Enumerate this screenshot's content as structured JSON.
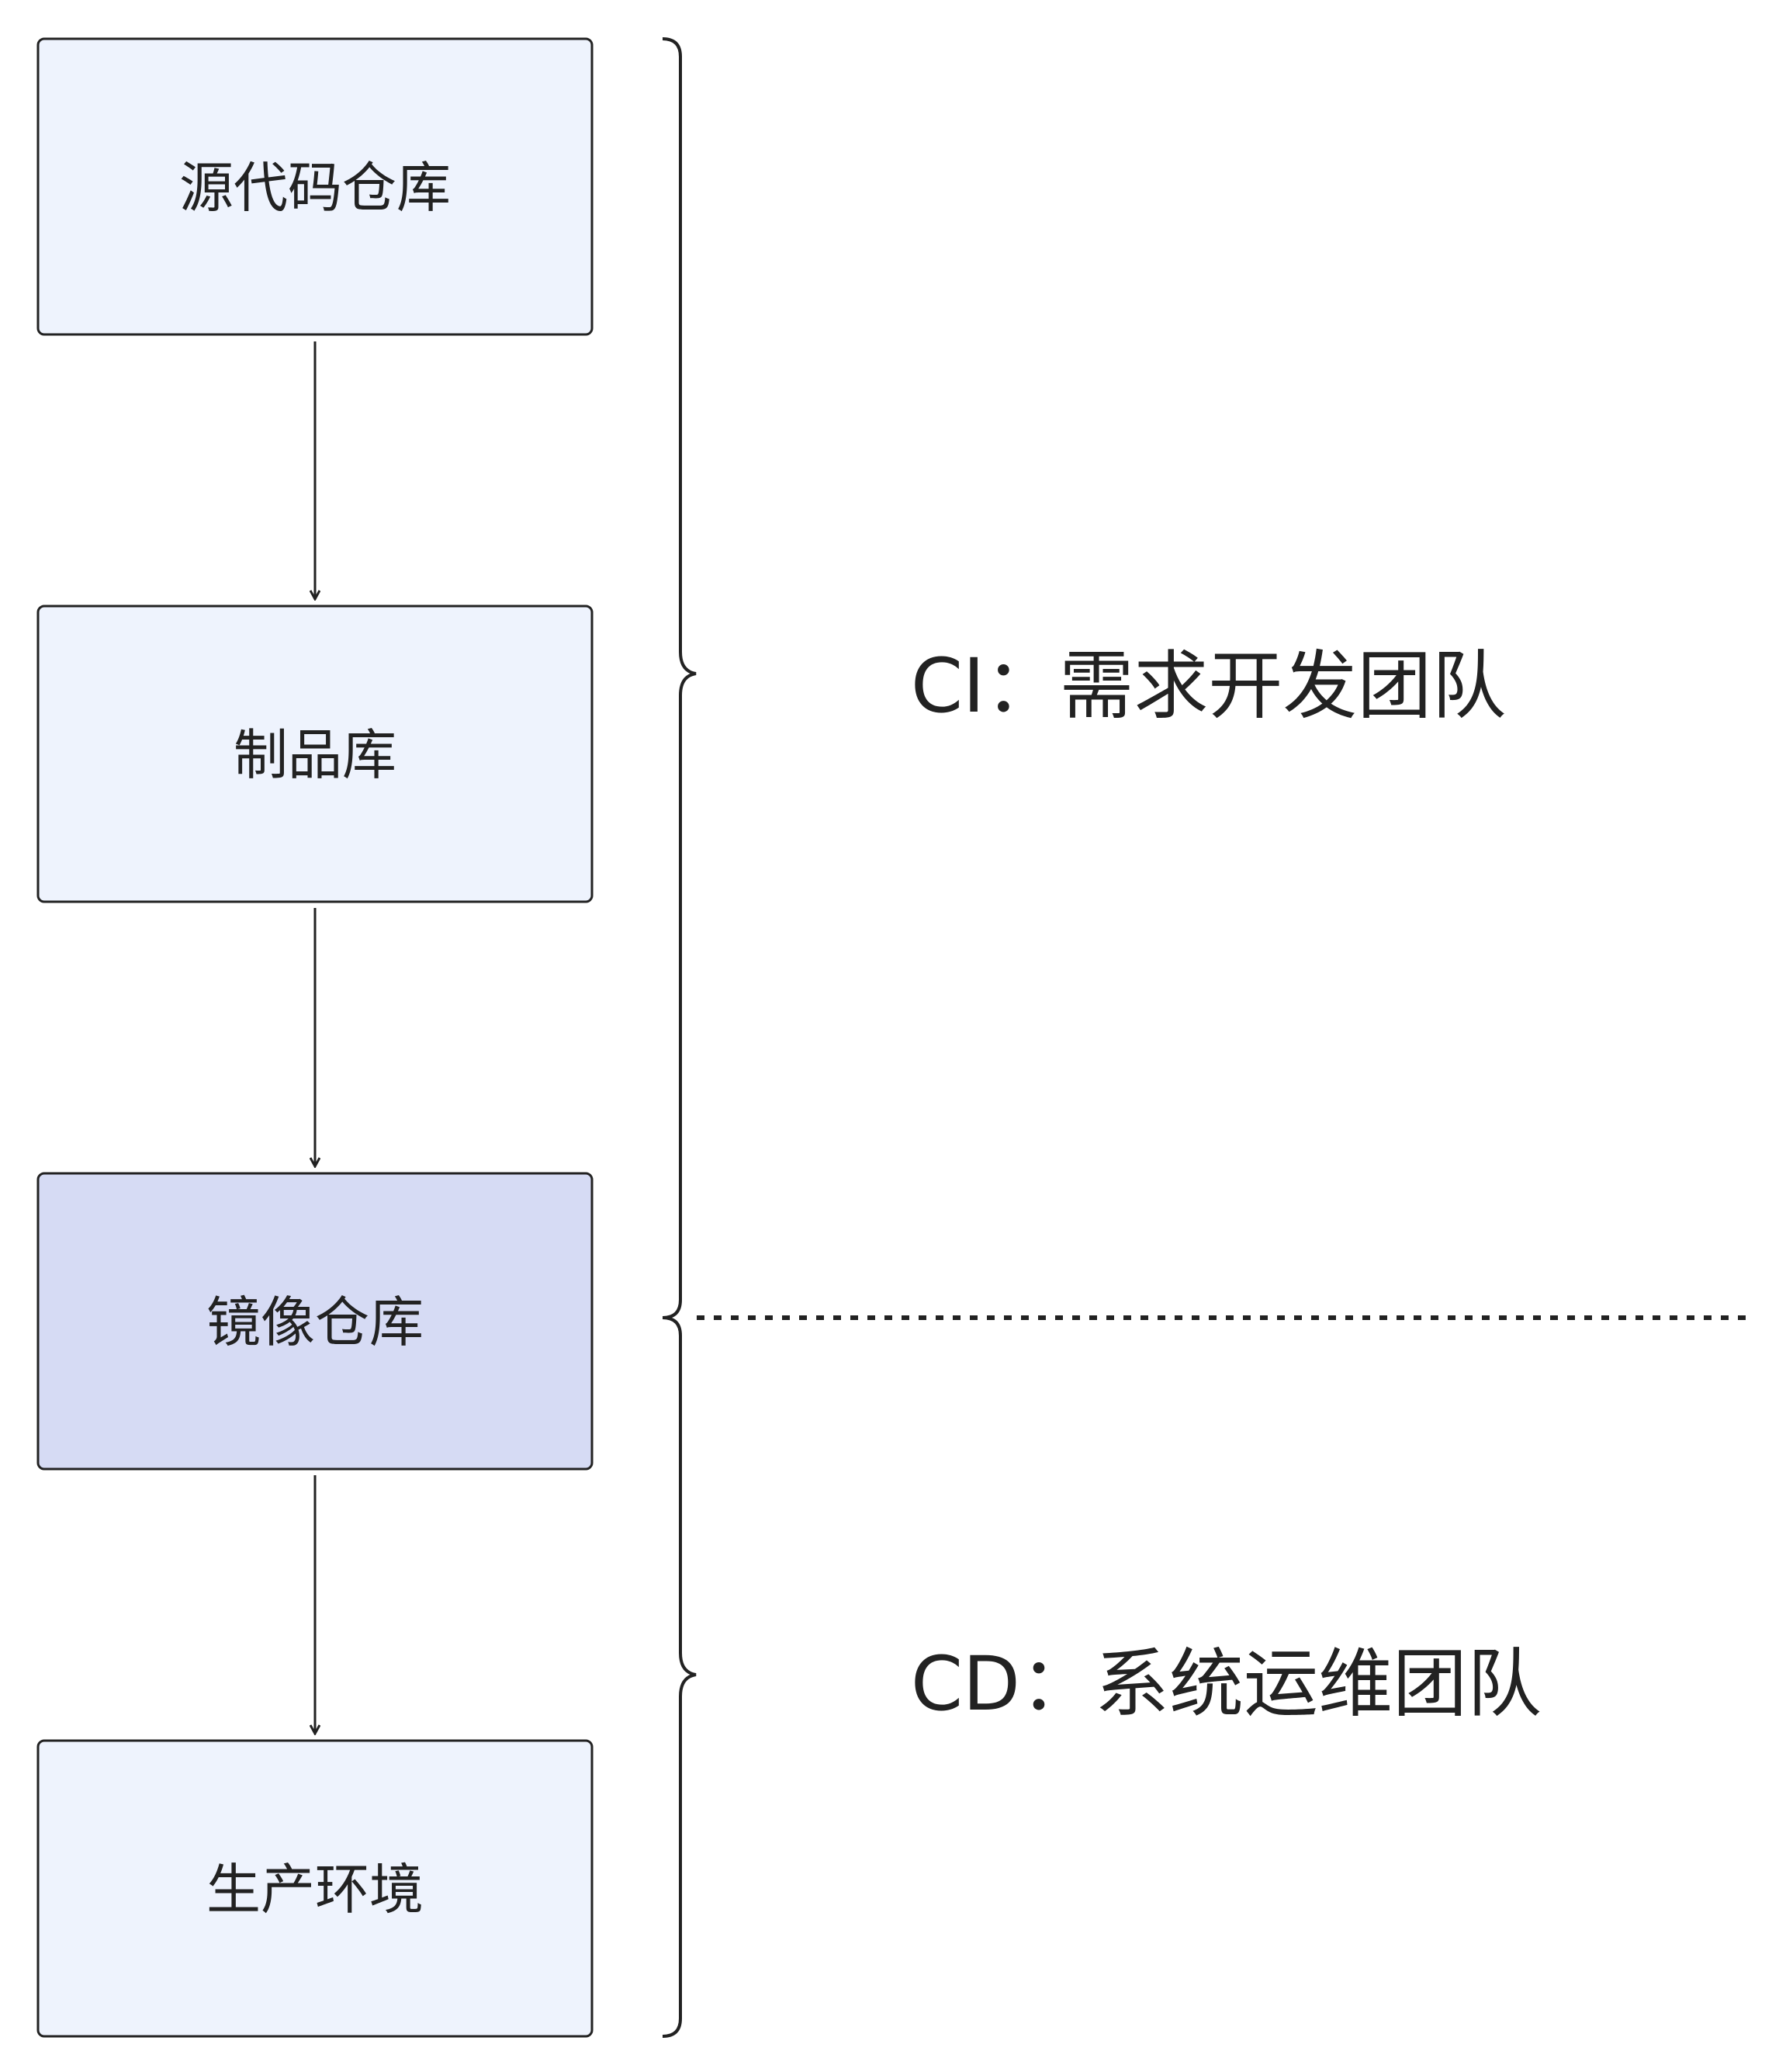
{
  "nodes": [
    {
      "id": "source-repo",
      "label": "源代码仓库",
      "fill": "#eef3fd"
    },
    {
      "id": "artifact-repo",
      "label": "制品库",
      "fill": "#eef3fd"
    },
    {
      "id": "image-repo",
      "label": "镜像仓库",
      "fill": "#d6dbf4"
    },
    {
      "id": "production",
      "label": "生产环境",
      "fill": "#eef3fd"
    }
  ],
  "edges": [
    {
      "from": "source-repo",
      "to": "artifact-repo"
    },
    {
      "from": "artifact-repo",
      "to": "image-repo"
    },
    {
      "from": "image-repo",
      "to": "production"
    }
  ],
  "groups": {
    "ci": {
      "label": "CI：需求开发团队"
    },
    "cd": {
      "label": "CD：系统运维团队"
    }
  },
  "colors": {
    "stroke": "#222222",
    "text": "#222222",
    "background": "#ffffff"
  }
}
